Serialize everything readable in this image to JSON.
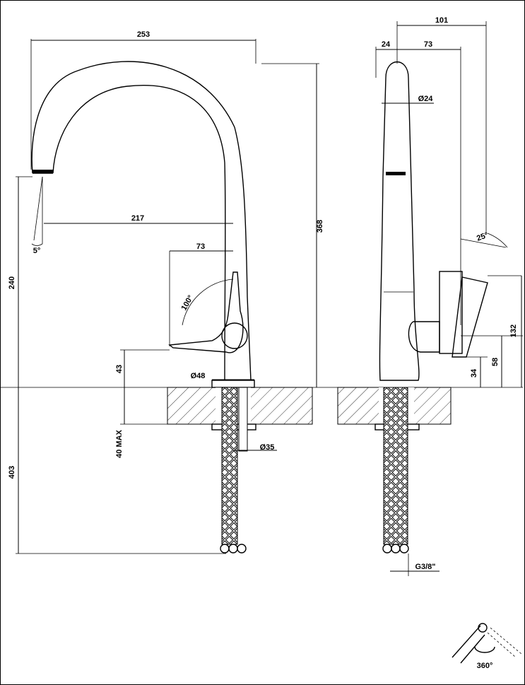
{
  "front_view": {
    "dimensions": {
      "width_total": "253",
      "height_total": "368",
      "spout_reach": "217",
      "handle_offset": "73",
      "spout_height": "240",
      "body_height": "43",
      "below_deck": "403",
      "deck_thickness": "40 MAX",
      "hole_dia": "Ø35",
      "base_dia": "Ø48",
      "handle_angle": "100°",
      "spout_tilt": "5°"
    }
  },
  "side_view": {
    "dimensions": {
      "depth_total": "101",
      "depth_front": "24",
      "depth_rear": "73",
      "spout_dia": "Ø24",
      "handle_tilt": "25°",
      "handle_height": "132",
      "handle_mid": "58",
      "handle_base": "34",
      "thread": "G3/8\""
    }
  },
  "rotation_icon": {
    "label": "360°"
  }
}
